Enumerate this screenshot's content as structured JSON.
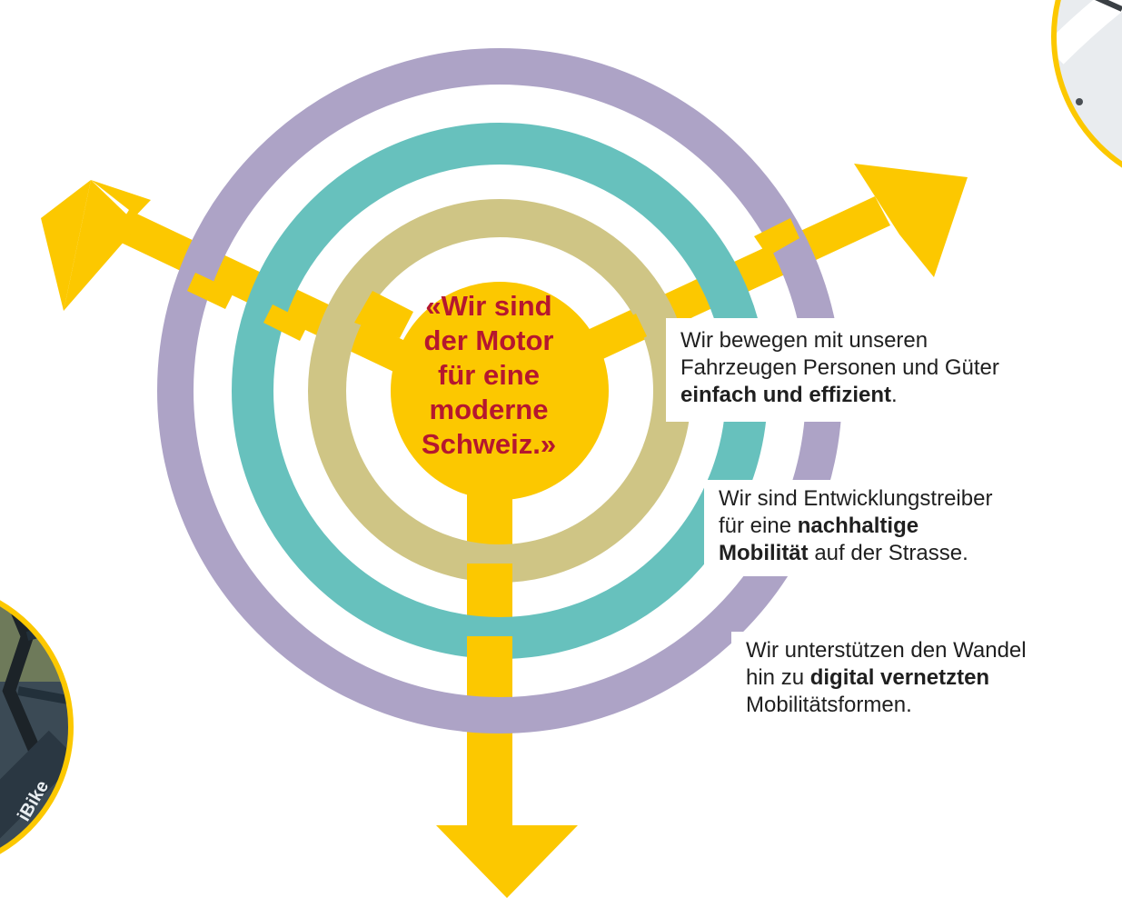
{
  "colors": {
    "arrow": "#fcc800",
    "ring_outer": "#ada3c6",
    "ring_middle": "#67c1bd",
    "ring_inner": "#cfc585",
    "center": "#fcc800",
    "quote_text": "#b5172f",
    "photo_border": "#fcc800"
  },
  "center_quote": {
    "lines": [
      "«Wir sind",
      "der Motor",
      "für eine",
      "moderne",
      "Schweiz.»"
    ]
  },
  "statements": [
    {
      "line1": "Wir bewegen mit unseren",
      "line2": "Fahrzeugen Personen und Güter",
      "line3_bold": "einfach und effizient",
      "line3_rest": "."
    },
    {
      "line1": "Wir sind Entwicklungstreiber",
      "line2_plain": "für eine ",
      "line2_bold": "nachhaltige",
      "line3_bold": "Mobilität",
      "line3_rest": " auf der Strasse."
    },
    {
      "line1": "Wir unterstützen den Wandel",
      "line2_plain": "hin zu ",
      "line2_bold": "digital vernetzten",
      "line3": "Mobilitätsformen."
    }
  ],
  "photos": {
    "bike_label": "iBike"
  },
  "icons": [
    "arrow-up-left-icon",
    "arrow-up-right-icon",
    "arrow-down-icon"
  ]
}
